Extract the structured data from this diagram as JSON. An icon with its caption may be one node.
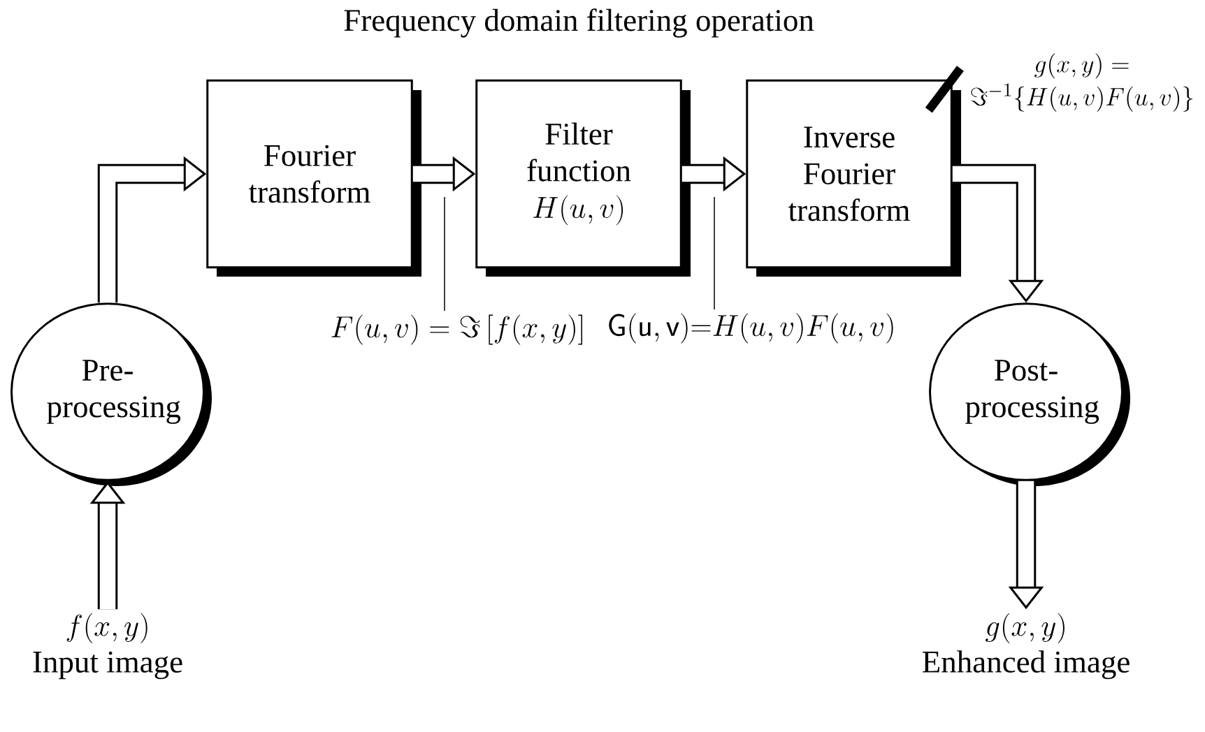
{
  "diagram": {
    "title": "Frequency domain filtering operation",
    "nodes": [
      {
        "text": [
          "Fourier transform"
        ]
      },
      {
        "text": [
          "Filter function",
          "H(u, v)"
        ]
      },
      {
        "text": [
          "Inverse Fourier transform"
        ]
      },
      {
        "text": [
          "Pre-processing"
        ]
      },
      {
        "text": [
          "Post-processing"
        ]
      },
      {
        "text": [
          "f(x, y)",
          "Input image"
        ]
      },
      {
        "text": [
          "g(x, y)",
          "Enhanced image"
        ]
      },
      {
        "text": [
          "F(u, v) = \\Im\\,[f(x, y)]"
        ]
      },
      {
        "text": [
          "\\mathsf{G(u,v)}{=}H(u, v)F(u, v)"
        ]
      },
      {
        "text": [
          "g(x, y) =",
          "\\Im^{-1}\\{H(u, v)F(u, v)\\}"
        ]
      }
    ],
    "edges": [
      {
        "from": 5,
        "to": 3,
        "arrow": "to"
      },
      {
        "from": 3,
        "to": 0,
        "arrow": "to"
      },
      {
        "from": 0,
        "to": 1,
        "arrow": "to"
      },
      {
        "from": 1,
        "to": 2,
        "arrow": "to"
      },
      {
        "from": 2,
        "to": 4,
        "arrow": "to"
      },
      {
        "from": 4,
        "to": 6,
        "arrow": "to"
      },
      {
        "from": 7,
        "to": null,
        "arrow": "none"
      },
      {
        "from": 8,
        "to": null,
        "arrow": "none"
      },
      {
        "from": 9,
        "to": 2,
        "arrow": "none"
      }
    ]
  }
}
